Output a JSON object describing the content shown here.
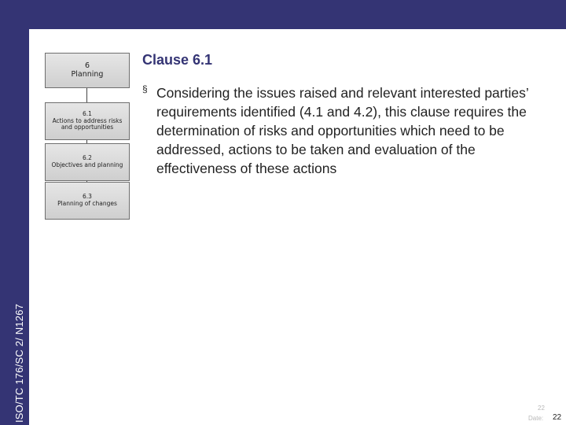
{
  "header": {
    "bar_color": "#343474"
  },
  "side_label": "ISO/TC 176/SC 2/ N1267",
  "diagram": {
    "main_box": "6\nPlanning",
    "sub_boxes": [
      "6.1\nActions to address risks\nand opportunities",
      "6.2\nObjectives and planning",
      "6.3\nPlanning of changes"
    ]
  },
  "content": {
    "title": "Clause 6.1",
    "bullet_marker": "§",
    "bullet": "Considering the issues raised and relevant interested parties’ requirements identified (4.1 and 4.2), this clause requires the determination of risks and opportunities which need to be addressed, actions to be taken and evaluation of the effectiveness of these actions"
  },
  "footer": {
    "page_small": "22",
    "date_label": "Date:",
    "page_number": "22"
  }
}
